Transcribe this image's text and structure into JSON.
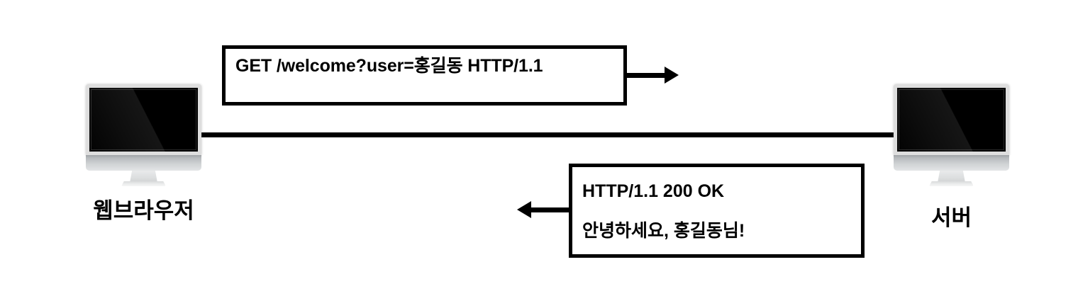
{
  "diagram": {
    "title": "HTTP request and response between web browser and server",
    "colors": {
      "ink": "#000000",
      "background": "#ffffff",
      "screen": "#000000",
      "bezel": "#dedede",
      "chin": "#cfd2d4"
    },
    "nodes": [
      {
        "id": "client",
        "label": "웹브라우저",
        "icon": "desktop-monitor-icon"
      },
      {
        "id": "server",
        "label": "서버",
        "icon": "desktop-monitor-icon"
      }
    ],
    "messages": [
      {
        "id": "request",
        "direction": "right",
        "arrow_icon": "arrow-right-icon",
        "lines": [
          "GET /welcome?user=홍길동  HTTP/1.1"
        ]
      },
      {
        "id": "response",
        "direction": "left",
        "arrow_icon": "arrow-left-icon",
        "lines": [
          "HTTP/1.1 200 OK",
          "안녕하세요, 홍길동님!"
        ]
      }
    ],
    "connector": {
      "label": "network-link"
    }
  }
}
